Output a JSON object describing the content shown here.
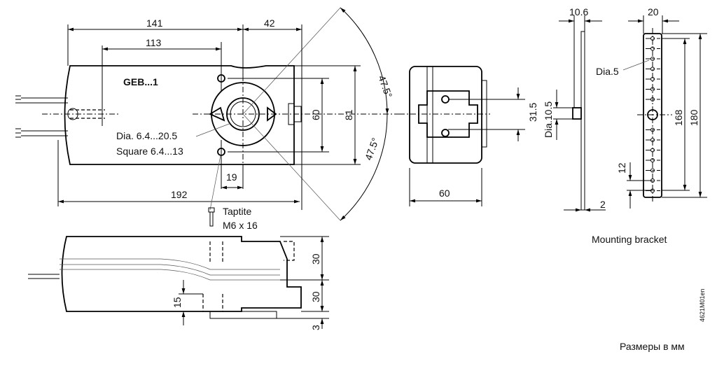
{
  "title": "GEB...1",
  "top_view": {
    "dim_141": "141",
    "dim_42": "42",
    "dim_113": "113",
    "dim_192": "192",
    "dim_60": "60",
    "dim_81": "81",
    "dim_19": "19",
    "angle_top": "47.5°",
    "angle_bottom": "47.5°",
    "shaft_dia": "Dia. 6.4...20.5",
    "shaft_square": "Square 6.4...13",
    "screw_name": "Taptite",
    "screw_size": "M6 x 16"
  },
  "front_view": {
    "dim_60": "60",
    "dim_31_5": "31.5"
  },
  "side_view": {
    "dim_30a": "30",
    "dim_30b": "30",
    "dim_3": "3",
    "dim_15": "15"
  },
  "bracket": {
    "dim_10_6": "10.6",
    "dim_dia_10_5": "Dia.10.5",
    "dim_2": "2",
    "dim_20": "20",
    "hole_dia": "Dia.5",
    "dim_168": "168",
    "dim_180": "180",
    "dim_12": "12",
    "caption": "Mounting bracket"
  },
  "drawing_id": "4621M01en",
  "units_note": "Размеры в мм"
}
